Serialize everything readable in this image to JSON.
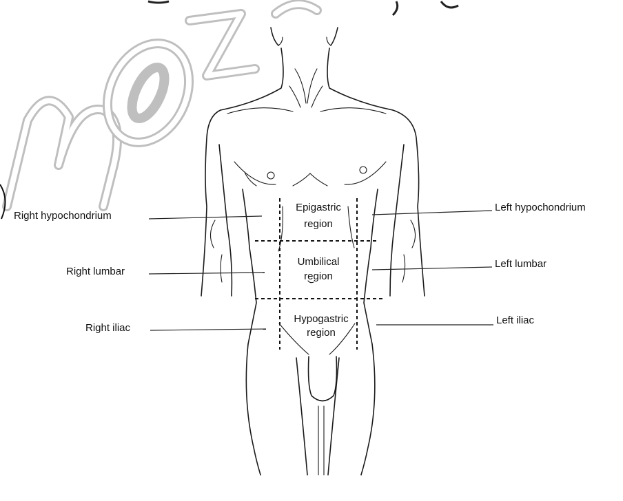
{
  "labels": {
    "right_hypochondrium": "Right hypochondrium",
    "right_lumbar": "Right lumbar",
    "right_iliac": "Right iliac",
    "left_hypochondrium": "Left hypochondrium",
    "left_lumbar": "Left lumbar",
    "left_iliac": "Left iliac"
  },
  "regions": {
    "epigastric": [
      "Epigastric",
      "region"
    ],
    "umbilical": [
      "Umbilical",
      "region"
    ],
    "hypogastric": [
      "Hypogastric",
      "region"
    ]
  },
  "watermark": "moz"
}
